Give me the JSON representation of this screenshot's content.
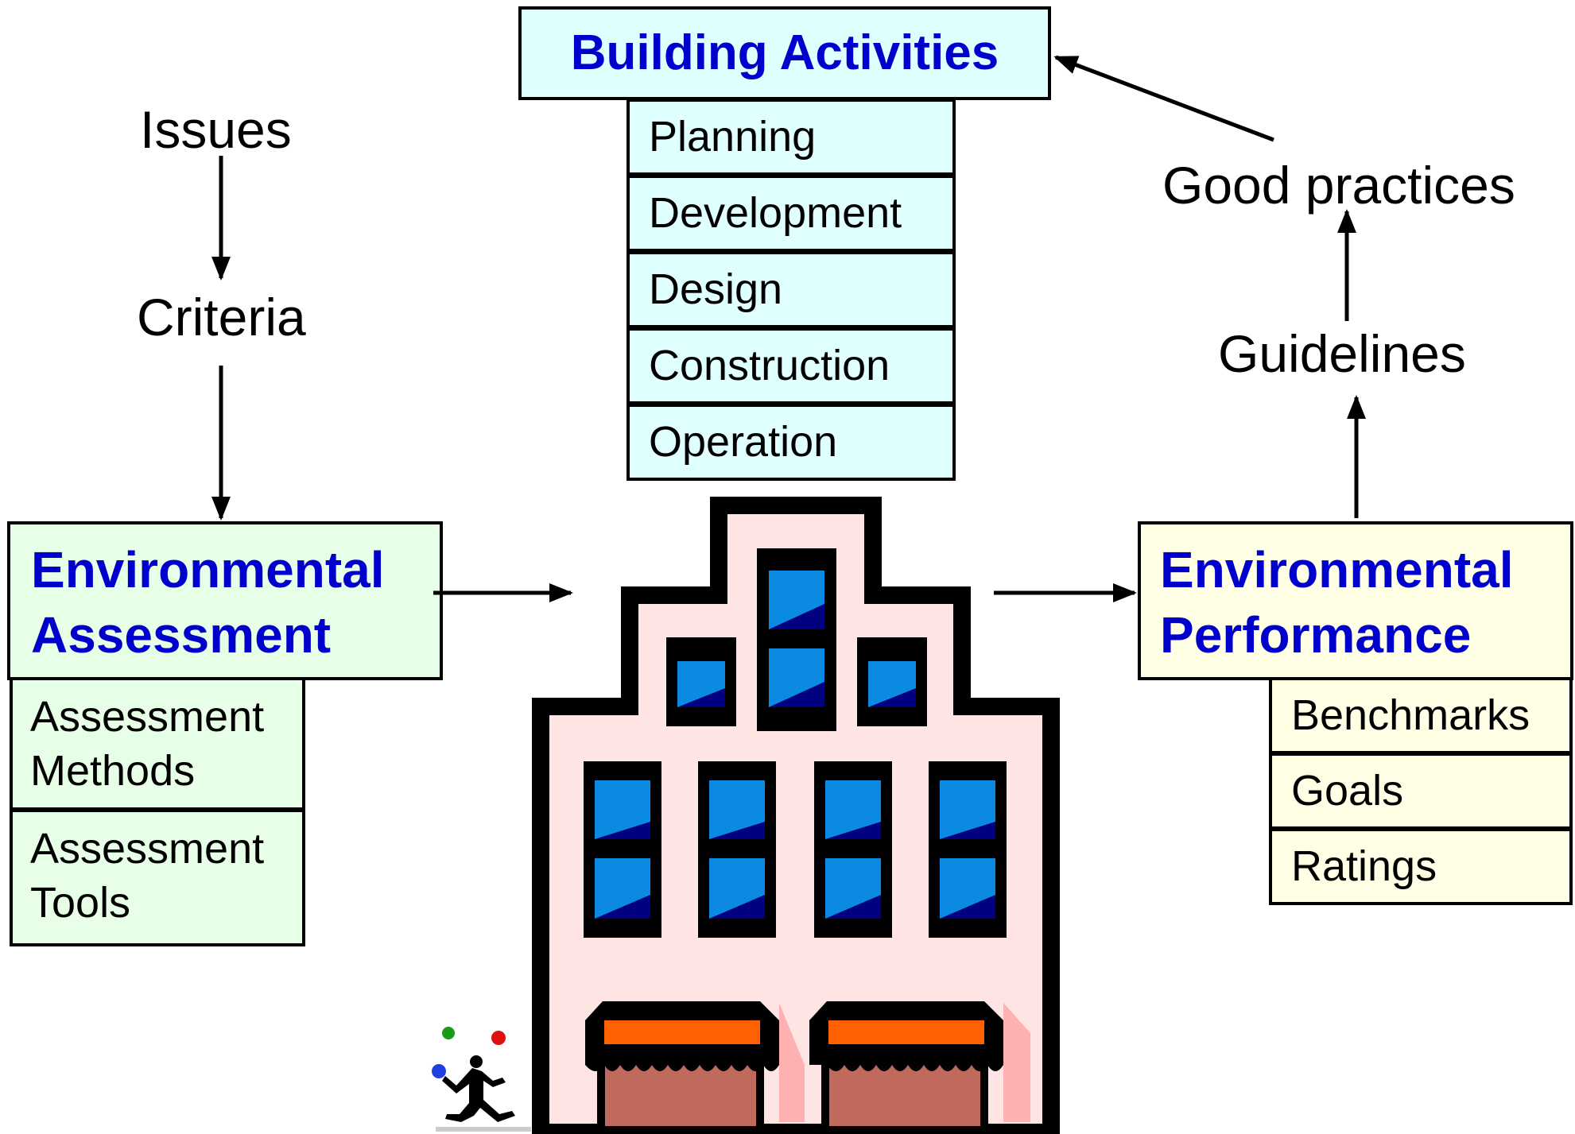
{
  "building_activities": {
    "title": "Building Activities",
    "items": [
      "Planning",
      "Development",
      "Design",
      "Construction",
      "Operation"
    ]
  },
  "left_flow": {
    "issues": "Issues",
    "criteria": "Criteria"
  },
  "right_flow": {
    "good_practices": "Good practices",
    "guidelines": "Guidelines"
  },
  "environmental_assessment": {
    "title": "Environmental\nAssessment",
    "items": [
      "Assessment\nMethods",
      "Assessment\nTools"
    ]
  },
  "environmental_performance": {
    "title": "Environmental\nPerformance",
    "items": [
      "Benchmarks",
      "Goals",
      "Ratings"
    ]
  },
  "icons": [
    "building-icon",
    "juggler-icon"
  ],
  "colors": {
    "title_text": "#0000cc",
    "building_activities_fill": "#e0ffff",
    "assessment_fill": "#e6ffe6",
    "performance_fill": "#ffffe6",
    "building_wall": "#ffe4e4",
    "window_blue": "#0a8ae0",
    "window_dark": "#000080",
    "awning": "#ff6000",
    "door": "#c06a5e"
  }
}
